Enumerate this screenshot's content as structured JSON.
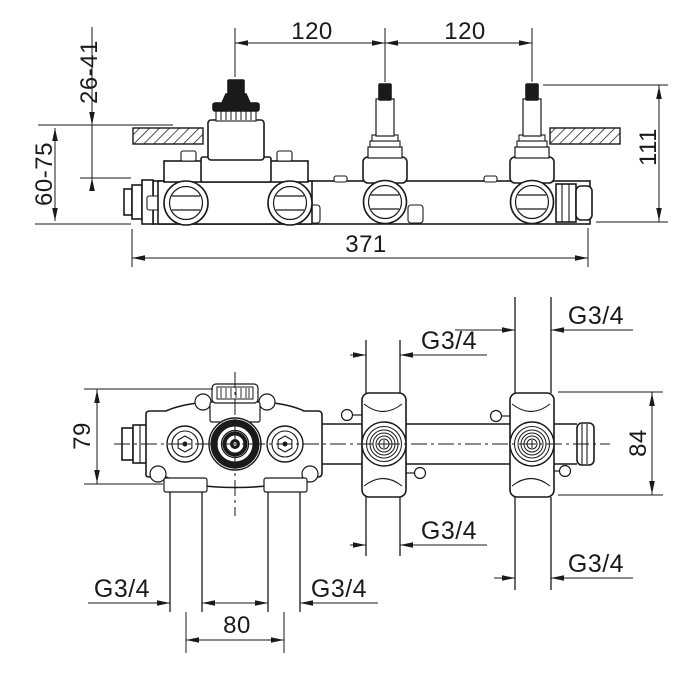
{
  "drawing": {
    "background_color": "#ffffff",
    "line_color": "#1a1a1a",
    "front_view": {
      "dim_stem_spacing_left": "120",
      "dim_stem_spacing_right": "120",
      "dim_total_length": "371",
      "dim_depth_adjust": "26-41",
      "dim_wall_depth": "60-75",
      "dim_height": "111"
    },
    "plan_view": {
      "dim_body_depth": "79",
      "dim_valve_depth": "84",
      "dim_inlet_spacing": "80",
      "thread_valve1_top": "G3/4",
      "thread_valve2_top": "G3/4",
      "thread_valve1_bottom": "G3/4",
      "thread_valve2_bottom": "G3/4",
      "thread_inlet_left": "G3/4",
      "thread_inlet_right": "G3/4"
    }
  }
}
